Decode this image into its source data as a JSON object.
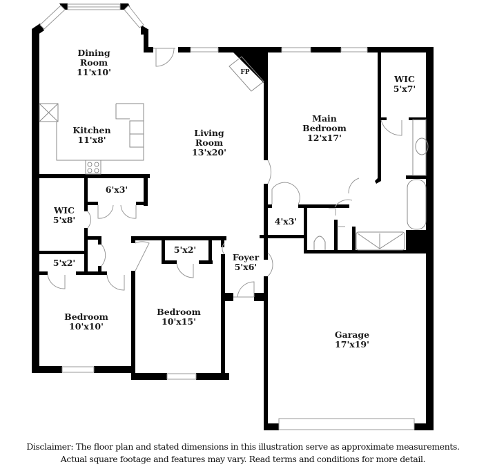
{
  "floor_plan": {
    "rooms": [
      {
        "id": "dining-room",
        "name": "Dining Room",
        "name_lines": [
          "Dining",
          "Room"
        ],
        "dimensions": "11'x10'"
      },
      {
        "id": "kitchen",
        "name": "Kitchen",
        "name_lines": [
          "Kitchen"
        ],
        "dimensions": "11'x8'"
      },
      {
        "id": "living-room",
        "name": "Living Room",
        "name_lines": [
          "Living",
          "Room"
        ],
        "dimensions": "13'x20'"
      },
      {
        "id": "main-bedroom",
        "name": "Main Bedroom",
        "name_lines": [
          "Main",
          "Bedroom"
        ],
        "dimensions": "12'x17'"
      },
      {
        "id": "main-wic",
        "name": "WIC",
        "name_lines": [
          "WIC"
        ],
        "dimensions": "5'x7'"
      },
      {
        "id": "hall-closet",
        "name": "",
        "name_lines": [],
        "dimensions": "6'x3'"
      },
      {
        "id": "wic-2",
        "name": "WIC",
        "name_lines": [
          "WIC"
        ],
        "dimensions": "5'x8'"
      },
      {
        "id": "closet-5x2-left",
        "name": "",
        "name_lines": [],
        "dimensions": "5'x2'"
      },
      {
        "id": "closet-5x2-mid",
        "name": "",
        "name_lines": [],
        "dimensions": "5'x2'"
      },
      {
        "id": "closet-4x3",
        "name": "",
        "name_lines": [],
        "dimensions": "4'x3'"
      },
      {
        "id": "foyer",
        "name": "Foyer",
        "name_lines": [
          "Foyer"
        ],
        "dimensions": "5'x6'"
      },
      {
        "id": "bedroom-1",
        "name": "Bedroom",
        "name_lines": [
          "Bedroom"
        ],
        "dimensions": "10'x10'"
      },
      {
        "id": "bedroom-2",
        "name": "Bedroom",
        "name_lines": [
          "Bedroom"
        ],
        "dimensions": "10'x15'"
      },
      {
        "id": "garage",
        "name": "Garage",
        "name_lines": [
          "Garage"
        ],
        "dimensions": "17'x19'"
      }
    ],
    "fixtures": {
      "fireplace_label": "FP"
    },
    "colors": {
      "wall": "#000000",
      "fixture_line": "#8a8a8a",
      "background": "#ffffff"
    }
  },
  "disclaimer": {
    "line1": "Disclaimer: The floor plan and stated dimensions in this illustration serve as approximate measurements.",
    "line2": "Actual square footage and features may vary. Read terms and conditions for more detail."
  }
}
